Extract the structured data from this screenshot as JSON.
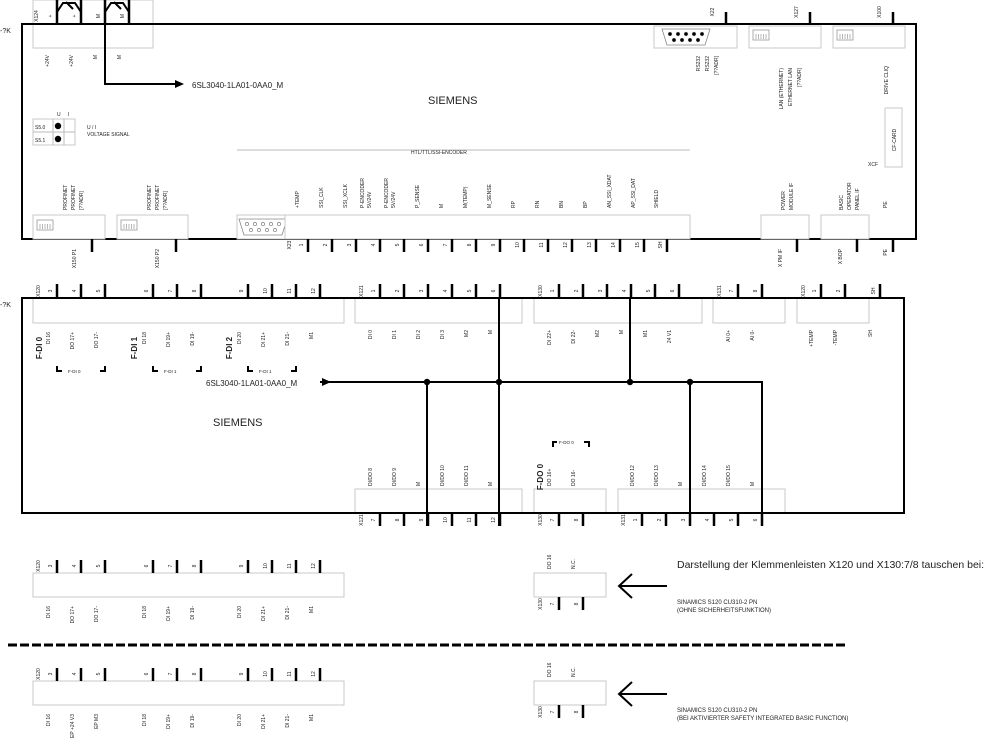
{
  "top_module": {
    "designation": "-?K",
    "brand": "SIEMENS",
    "part_ref": "6SL3040-1LA01-0AA0_M",
    "x124": {
      "name": "X124",
      "pins": [
        "+",
        "+",
        "M",
        "M"
      ],
      "signals": [
        "+24V",
        "+24V",
        "M",
        "M"
      ]
    },
    "ui_switch": {
      "cols": [
        "U",
        "I"
      ],
      "rows": [
        "S5.0",
        "S5.1"
      ],
      "label": [
        "U / I",
        "VOLTAGE SIGNAL"
      ]
    },
    "encoder_header": "HTL/TTL/SSI-ENCODER",
    "x22": {
      "name": "X22",
      "signals": [
        "RS232",
        "RS232",
        "[??ADR]"
      ]
    },
    "x127": {
      "name": "X127",
      "signals": [
        "LAN (ETHERNET)",
        "ETHERNET LAN",
        "[??ADR]"
      ]
    },
    "x100": {
      "name": "X100",
      "signals": [
        "DRIVE CLIQ"
      ]
    },
    "cf_card": {
      "label": "CF-CARD",
      "slot": "XCF"
    },
    "x150_p1": {
      "name": "X150 P1",
      "signals": [
        "PROFINET",
        "PROFINET",
        "[??ADR]"
      ]
    },
    "x150_p2": {
      "name": "X150 P2",
      "signals": [
        "PROFINET",
        "PROFINET",
        "[??ADR]"
      ]
    },
    "x23": {
      "name": "X23",
      "pins": [
        "1",
        "2",
        "3",
        "4",
        "5",
        "6",
        "7",
        "8",
        "9",
        "10",
        "11",
        "12",
        "13",
        "14",
        "15",
        "SH"
      ],
      "signals": [
        [
          "+TEMP"
        ],
        [
          "SSI_CLK"
        ],
        [
          "SSI_XCLK"
        ],
        [
          "P-ENCODER",
          "5V/24V"
        ],
        [
          "P-ENCODER",
          "5V/24V"
        ],
        [
          "P_SENSE"
        ],
        [
          "M"
        ],
        [
          "M(TEMP)"
        ],
        [
          "M_SENSE"
        ],
        [
          "RP"
        ],
        [
          "RN"
        ],
        [
          "BN"
        ],
        [
          "BP"
        ],
        [
          "AN_SSI_XDAT"
        ],
        [
          "AP_SSI_DAT"
        ],
        [
          "SHIELD"
        ]
      ]
    },
    "pm_if": {
      "name": "X PM IF",
      "signals": [
        "POWER",
        "MODULE IF"
      ]
    },
    "bop_if": {
      "name": "X BOP",
      "signals": [
        "BASIC",
        "OPERATOR",
        "PANEL IF"
      ]
    },
    "pe": {
      "name": "PE",
      "signal": "PE"
    }
  },
  "second_module": {
    "designation": "-?K",
    "brand": "SIEMENS",
    "part_ref": "6SL3040-1LA01-0AA0_M",
    "x120": {
      "name": "X120",
      "pins": [
        "3",
        "4",
        "5",
        "6",
        "7",
        "8",
        "9",
        "10",
        "11",
        "12"
      ],
      "signals": [
        "DI 16",
        "DO 17+",
        "DO 17-",
        "DI 18",
        "DI 19+",
        "DI 19-",
        "DI 20",
        "DI 21+",
        "DI 21-",
        "M1"
      ],
      "groups": [
        "F-DI 0",
        "F-DI 1",
        "F-DI 2"
      ],
      "brackets": [
        "F-DI 0",
        "F-DI 1",
        "F-DI 1"
      ]
    },
    "x121_top": {
      "name": "X121",
      "pins": [
        "1",
        "2",
        "3",
        "4",
        "5",
        "6"
      ],
      "signals": [
        "DI 0",
        "DI 1",
        "DI 2",
        "DI 3",
        "M2",
        "M"
      ]
    },
    "x130_top": {
      "name": "X130",
      "pins": [
        "1",
        "2",
        "3",
        "4",
        "5",
        "6"
      ],
      "signals": [
        "DI 22+",
        "DI 22-",
        "M2",
        "M",
        "M1",
        "24 V1"
      ]
    },
    "x131_top": {
      "name": "X131",
      "pins": [
        "7",
        "8"
      ],
      "signals": [
        "AI 0+",
        "AI 0-"
      ]
    },
    "x120_temp": {
      "name": "X120",
      "pins": [
        "1",
        "2",
        "SH"
      ],
      "signals": [
        "+TEMP",
        "-TEMP",
        "SH"
      ]
    },
    "x121_bottom": {
      "name": "X121",
      "pins": [
        "7",
        "8",
        "9",
        "10",
        "11",
        "12"
      ],
      "signals": [
        "DI/DO 8",
        "DI/DO 9",
        "M",
        "DI/DO 10",
        "DI/DO 11",
        "M"
      ]
    },
    "x130_bottom": {
      "name": "X130",
      "pins": [
        "7",
        "8"
      ],
      "signals": [
        "DO 16+",
        "DO 16-"
      ],
      "group": "F-DO 0",
      "bracket": "F-DO 0"
    },
    "x131_bottom": {
      "name": "X131",
      "pins": [
        "1",
        "2",
        "3",
        "4",
        "5",
        "6"
      ],
      "signals": [
        "DI/DO 12",
        "DI/DO 13",
        "M",
        "DI/DO 14",
        "DI/DO 15",
        "M"
      ]
    }
  },
  "variants": {
    "heading": "Darstellung der Klemmenleisten X120 und X130:7/8 tauschen bei:",
    "items": [
      {
        "x120": {
          "name": "X120",
          "pins": [
            "3",
            "4",
            "5",
            "6",
            "7",
            "8",
            "9",
            "10",
            "11",
            "12"
          ],
          "signals": [
            "DI 16",
            "DO 17+",
            "DO 17-",
            "DI 18",
            "DI 19+",
            "DI 19-",
            "DI 20",
            "DI 21+",
            "DI 21-",
            "M1"
          ]
        },
        "x130": {
          "name": "X130",
          "pins": [
            "7",
            "8"
          ],
          "signals": [
            "DO 16",
            "N.C."
          ]
        },
        "description": [
          "SINAMICS S120 CU310-2 PN",
          "(OHNE SICHERHEITSFUNKTION)"
        ]
      },
      {
        "x120": {
          "name": "X120",
          "pins": [
            "3",
            "4",
            "5",
            "6",
            "7",
            "8",
            "9",
            "10",
            "11",
            "12"
          ],
          "signals": [
            "DI 16",
            "EP +24 V3",
            "EP M3",
            "DI 18",
            "DI 19+",
            "DI 19-",
            "DI 20",
            "DI 21+",
            "DI 21-",
            "M1"
          ]
        },
        "x130": {
          "name": "X130",
          "pins": [
            "7",
            "8"
          ],
          "signals": [
            "DO 16",
            "N.C."
          ]
        },
        "description": [
          "SINAMICS S120 CU310-2 PN",
          "(BEI AKTIVIERTER SAFETY INTEGRATED BASIC FUNCTION)"
        ]
      }
    ]
  }
}
